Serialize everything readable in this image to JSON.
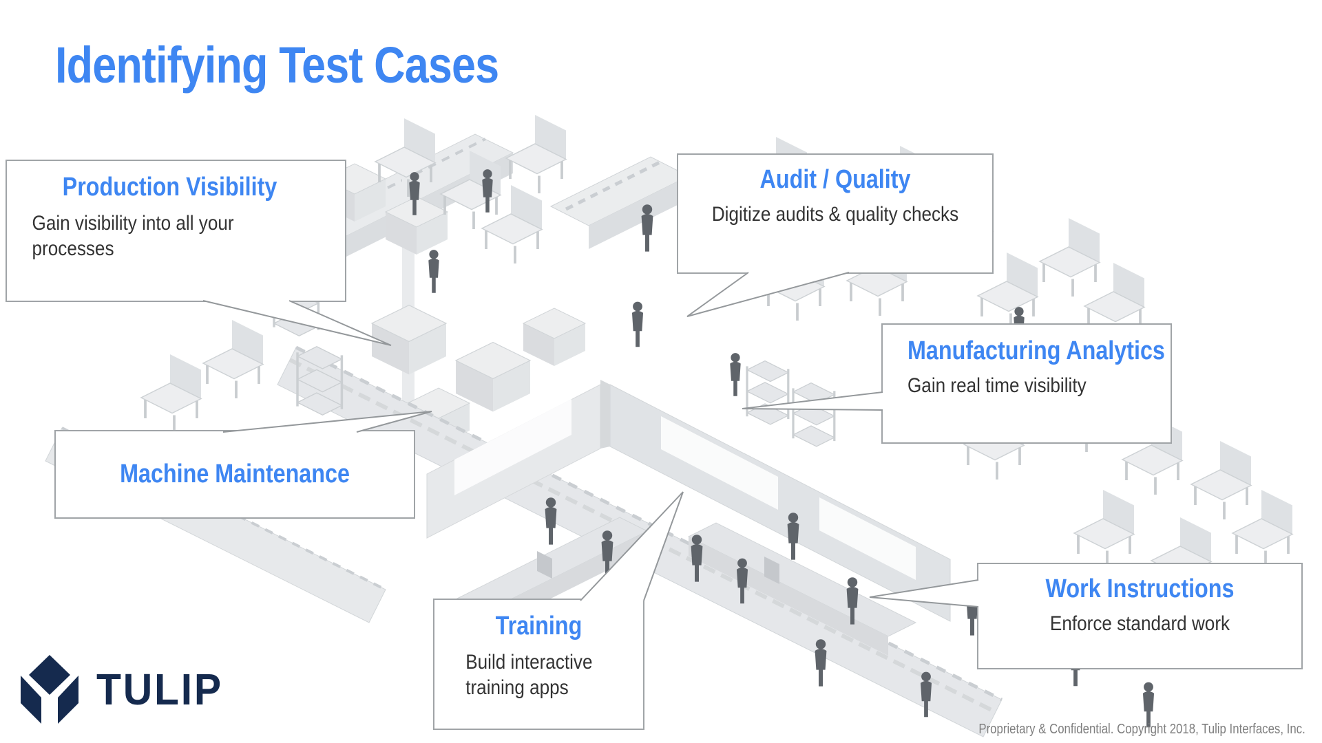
{
  "slide": {
    "title": "Identifying Test Cases",
    "footer": "Proprietary & Confidential. Copyright 2018, Tulip Interfaces, Inc.",
    "logo_text": "TULIP",
    "logo_icon": "tulip-logo-mark"
  },
  "callouts": [
    {
      "id": "production-visibility",
      "title": "Production Visibility",
      "body": "Gain visibility into all your processes"
    },
    {
      "id": "audit-quality",
      "title": "Audit / Quality",
      "body": "Digitize audits & quality checks"
    },
    {
      "id": "manufacturing-analytics",
      "title": "Manufacturing Analytics",
      "body": "Gain real time visibility"
    },
    {
      "id": "machine-maintenance",
      "title": "Machine Maintenance",
      "body": ""
    },
    {
      "id": "training",
      "title": "Training",
      "body": "Build interactive training apps"
    },
    {
      "id": "work-instructions",
      "title": "Work Instructions",
      "body": "Enforce standard work"
    }
  ],
  "colors": {
    "accent_blue": "#3E86F2",
    "body_text": "#333333",
    "box_border": "#A0A4A7",
    "leader_line": "#94989B",
    "logo_navy": "#152A4E",
    "footer_gray": "#7E7E7E"
  }
}
